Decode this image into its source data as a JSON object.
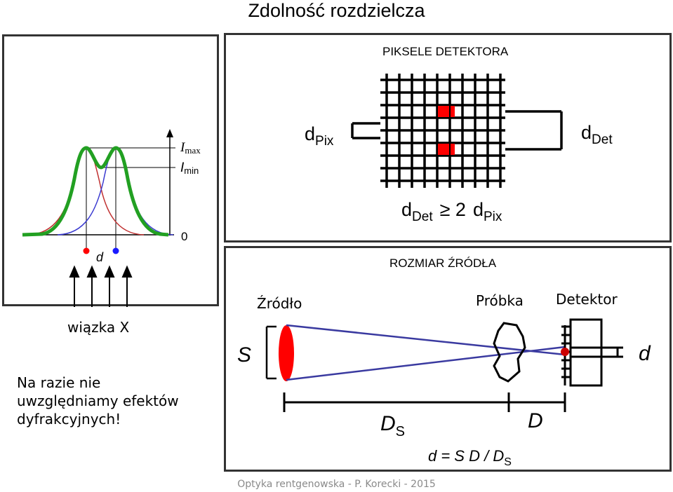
{
  "title": "Zdolność rozdzielcza",
  "left": {
    "imax_I": "I",
    "imax_sub": "max",
    "imin_I": "I",
    "imin_sub": "min",
    "zero": "0",
    "d": "d",
    "beam_label": "wiązka X",
    "note": "Na razie nie uwzględniamy efektów dyfrakcyjnych!"
  },
  "pixels_panel": {
    "heading": "PIKSELE DETEKTORA",
    "dpix_d": "d",
    "dpix_sub": "Pix",
    "ddet_d": "d",
    "ddet_sub": "Det",
    "formula_d1": "d",
    "formula_sub1": "Det",
    "formula_op": "≥ 2",
    "formula_d2": "d",
    "formula_sub2": "Pix"
  },
  "source_panel": {
    "heading": "ROZMIAR ŹRÓDŁA",
    "source_label": "Źródło",
    "sample_label": "Próbka",
    "detector_label": "Detektor",
    "S": "S",
    "d": "d",
    "DS_D": "D",
    "DS_sub": "S",
    "D": "D",
    "formula": "d = S D / D",
    "formula_sub": "S"
  },
  "footer": "Optyka rentgenowska - P. Korecki - 2015",
  "colors": {
    "green": "#22a022",
    "red": "#ff0000",
    "blue": "#1a1aff",
    "ray": "#3a3aa0",
    "accent_red_curve": "#c03030",
    "accent_blue_curve": "#3a3ad0"
  }
}
